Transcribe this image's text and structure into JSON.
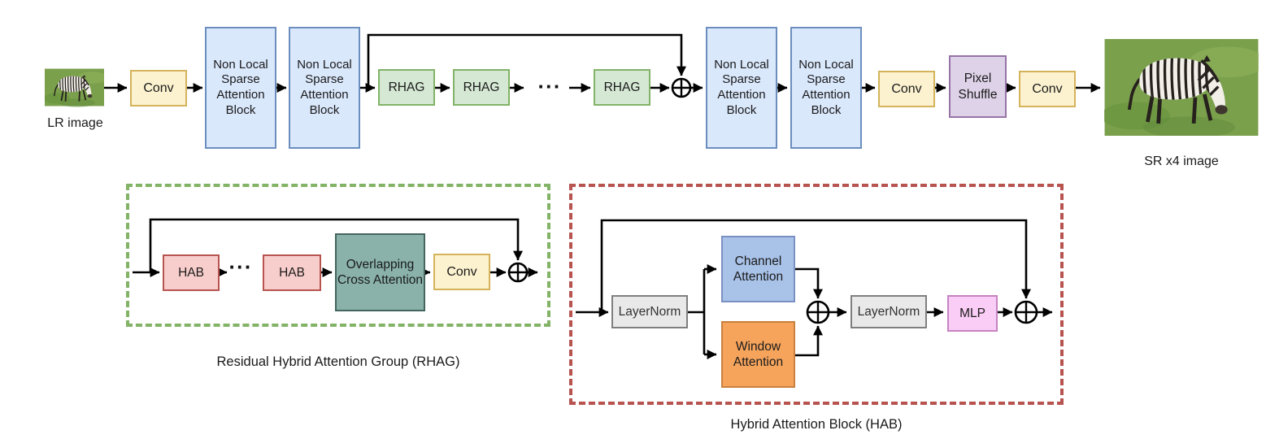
{
  "nodes": {
    "conv": "Conv",
    "non_local_sparse_attention_block": "Non Local Sparse Attention Block",
    "rhag": "RHAG",
    "pixel_shuffle": "Pixel Shuffle",
    "hab": "HAB",
    "overlapping_cross_attention": "Overlapping Cross Attention",
    "layernorm": "LayerNorm",
    "channel_attention": "Channel Attention",
    "window_attention": "Window Attention",
    "mlp": "MLP",
    "ellipsis": "···"
  },
  "labels": {
    "lr_image": "LR image",
    "sr_image": "SR x4 image",
    "rhag_caption": "Residual Hybrid Attention Group (RHAG)",
    "hab_caption": "Hybrid Attention Block (HAB)"
  },
  "palette": {
    "conv_fill": "#FCF2CF",
    "conv_stroke": "#D4B35B",
    "attention_block_fill": "#DAE8FC",
    "attention_block_stroke": "#6C8EBF",
    "rhag_fill": "#D5E8D4",
    "rhag_stroke": "#82B366",
    "hab_fill": "#F8CECC",
    "hab_stroke": "#B85450",
    "overlapping_cross_attention_fill": "#8AB2AB",
    "overlapping_cross_attention_stroke": "#45655F",
    "pixel_shuffle_fill": "#DED2E8",
    "pixel_shuffle_stroke": "#9673A6",
    "channel_attention_fill": "#A8C2E8",
    "channel_attention_stroke": "#7A90C3",
    "window_attention_fill": "#F6A45C",
    "window_attention_stroke": "#C9803E",
    "mlp_fill": "#F9CDF6",
    "mlp_stroke": "#C583C1",
    "layernorm_fill": "#E9E9E9",
    "layernorm_stroke": "#7F7F7F",
    "rhag_group_border": "#82B366",
    "hab_group_border": "#B85450",
    "wire_color": "#000000"
  }
}
